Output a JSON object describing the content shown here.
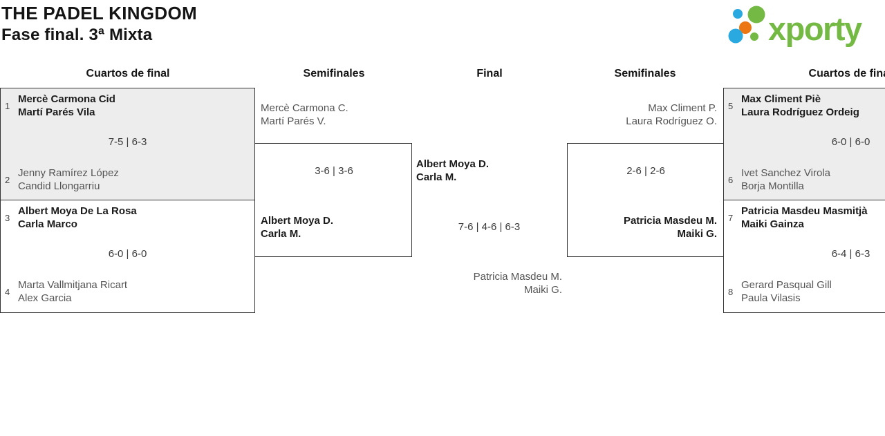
{
  "header": {
    "title": "THE PADEL KINGDOM",
    "subtitle": "Fase final. 3ª Mixta",
    "logo": {
      "text": "xporty",
      "green": "#74b943",
      "blue": "#29a9e0",
      "orange": "#ec7612"
    }
  },
  "columns": [
    "Cuartos de final",
    "Semifinales",
    "Final",
    "Semifinales",
    "Cuartos de final"
  ],
  "bracket": {
    "qf_left": [
      {
        "seed_top": "1",
        "top_line1": "Mercè Carmona Cid",
        "top_line2": "Martí Parés Vila",
        "score": "7-5 | 6-3",
        "seed_bottom": "2",
        "bottom_line1": "Jenny Ramírez López",
        "bottom_line2": "Candid Llongarriu"
      },
      {
        "seed_top": "3",
        "top_line1": "Albert Moya De La Rosa",
        "top_line2": "Carla Marco",
        "score": "6-0 | 6-0",
        "seed_bottom": "4",
        "bottom_line1": "Marta Vallmitjana Ricart",
        "bottom_line2": "Alex Garcia"
      }
    ],
    "sf_left": {
      "top_line1": "Mercè Carmona C.",
      "top_line2": "Martí Parés V.",
      "score": "3-6 | 3-6",
      "bottom_line1": "Albert Moya D.",
      "bottom_line2": "Carla M."
    },
    "final": {
      "top_line1": "Albert Moya D.",
      "top_line2": "Carla M.",
      "score": "7-6 | 4-6 | 6-3",
      "bottom_line1": "Patricia Masdeu M.",
      "bottom_line2": "Maiki G."
    },
    "sf_right": {
      "top_line1": "Max Climent P.",
      "top_line2": "Laura Rodríguez O.",
      "score": "2-6 | 2-6",
      "bottom_line1": "Patricia Masdeu M.",
      "bottom_line2": "Maiki G."
    },
    "qf_right": [
      {
        "seed_top": "5",
        "top_line1": "Max Climent Piè",
        "top_line2": "Laura Rodríguez Ordeig",
        "score": "6-0 | 6-0",
        "seed_bottom": "6",
        "bottom_line1": "Ivet Sanchez Virola",
        "bottom_line2": "Borja Montilla"
      },
      {
        "seed_top": "7",
        "top_line1": "Patricia Masdeu Masmitjà",
        "top_line2": "Maiki Gainza",
        "score": "6-4 | 6-3",
        "seed_bottom": "8",
        "bottom_line1": "Gerard Pasqual Gill",
        "bottom_line2": "Paula Vilasis"
      }
    ]
  }
}
